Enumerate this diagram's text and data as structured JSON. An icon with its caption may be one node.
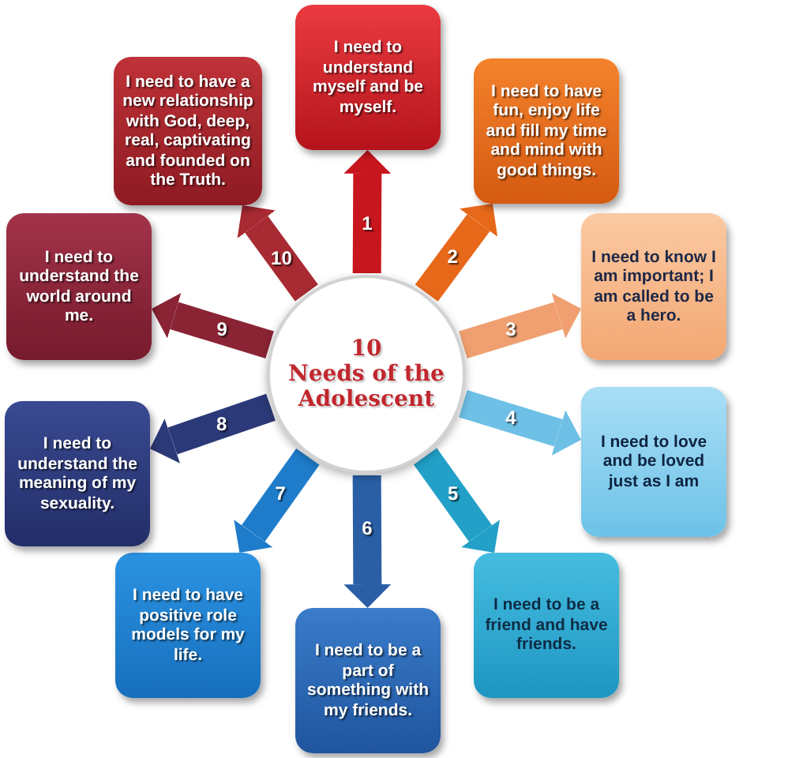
{
  "diagram": {
    "nodes": [
      {
        "text": [
          "10",
          "Needs of the Adolescent"
        ]
      },
      {
        "text": [
          "I need to understand myself and be myself."
        ]
      },
      {
        "text": [
          "I need to have fun, enjoy life and fill my time and mind with good things."
        ]
      },
      {
        "text": [
          "I need to know I am important; I am called to be a hero."
        ]
      },
      {
        "text": [
          "I need to love and be loved just as I am"
        ]
      },
      {
        "text": [
          "I need to be a friend and have friends."
        ]
      },
      {
        "text": [
          "I need to be a part of something with my friends."
        ]
      },
      {
        "text": [
          "I need to have positive role models for my life."
        ]
      },
      {
        "text": [
          "I need to understand the meaning of my sexuality."
        ]
      },
      {
        "text": [
          "I need to understand the world around me."
        ]
      },
      {
        "text": [
          "I need to have a new relationship with God, deep, real, captivating and founded on the Truth."
        ]
      }
    ],
    "edges": [
      {
        "from": 0,
        "to": 1,
        "arrow": "to",
        "label": "1",
        "color": "#c8161e"
      },
      {
        "from": 0,
        "to": 2,
        "arrow": "to",
        "label": "2",
        "color": "#e8681a"
      },
      {
        "from": 0,
        "to": 3,
        "arrow": "to",
        "label": "3",
        "color": "#f0a070"
      },
      {
        "from": 0,
        "to": 4,
        "arrow": "to",
        "label": "4",
        "color": "#6fc0e6"
      },
      {
        "from": 0,
        "to": 5,
        "arrow": "to",
        "label": "5",
        "color": "#22a0c8"
      },
      {
        "from": 0,
        "to": 6,
        "arrow": "to",
        "label": "6",
        "color": "#2a5fa6"
      },
      {
        "from": 0,
        "to": 7,
        "arrow": "to",
        "label": "7",
        "color": "#1f7cca"
      },
      {
        "from": 0,
        "to": 8,
        "arrow": "to",
        "label": "8",
        "color": "#2c3978"
      },
      {
        "from": 0,
        "to": 9,
        "arrow": "to",
        "label": "9",
        "color": "#8a2434"
      },
      {
        "from": 0,
        "to": 10,
        "arrow": "to",
        "label": "10",
        "color": "#a82a32"
      }
    ]
  }
}
